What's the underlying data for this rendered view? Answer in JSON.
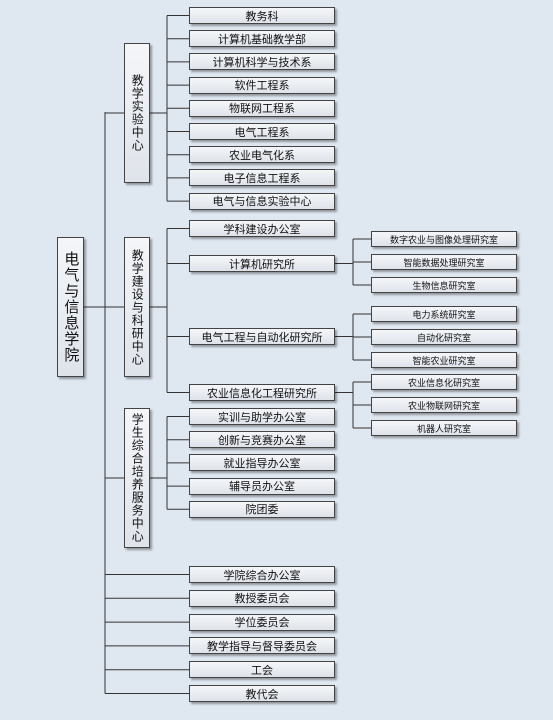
{
  "root": {
    "label": "电气与信息学院"
  },
  "centers": [
    {
      "label": "教学实验中心",
      "children": [
        {
          "label": "教务科"
        },
        {
          "label": "计算机基础教学部"
        },
        {
          "label": "计算机科学与技术系"
        },
        {
          "label": "软件工程系"
        },
        {
          "label": "物联网工程系"
        },
        {
          "label": "电气工程系"
        },
        {
          "label": "农业电气化系"
        },
        {
          "label": "电子信息工程系"
        },
        {
          "label": "电气与信息实验中心"
        }
      ]
    },
    {
      "label": "教学建设与科研中心",
      "children": [
        {
          "label": "学科建设办公室",
          "children": []
        },
        {
          "label": "计算机研究所",
          "children": [
            {
              "label": "数字农业与图像处理研究室"
            },
            {
              "label": "智能数据处理研究室"
            },
            {
              "label": "生物信息研究室"
            }
          ]
        },
        {
          "label": "电气工程与自动化研究所",
          "children": [
            {
              "label": "电力系统研究室"
            },
            {
              "label": "自动化研究室"
            },
            {
              "label": "智能农业研究室"
            }
          ]
        },
        {
          "label": "农业信息化工程研究所",
          "children": [
            {
              "label": "农业信息化研究室"
            },
            {
              "label": "农业物联网研究室"
            },
            {
              "label": "机器人研究室"
            }
          ]
        }
      ]
    },
    {
      "label": "学生综合培养服务中心",
      "children": [
        {
          "label": "实训与助学办公室"
        },
        {
          "label": "创新与竞赛办公室"
        },
        {
          "label": "就业指导办公室"
        },
        {
          "label": "辅导员办公室"
        },
        {
          "label": "院团委"
        }
      ]
    }
  ],
  "direct_units": [
    {
      "label": "学院综合办公室"
    },
    {
      "label": "教授委员会"
    },
    {
      "label": "学位委员会"
    },
    {
      "label": "教学指导与督导委员会"
    },
    {
      "label": "工会"
    },
    {
      "label": "教代会"
    }
  ]
}
